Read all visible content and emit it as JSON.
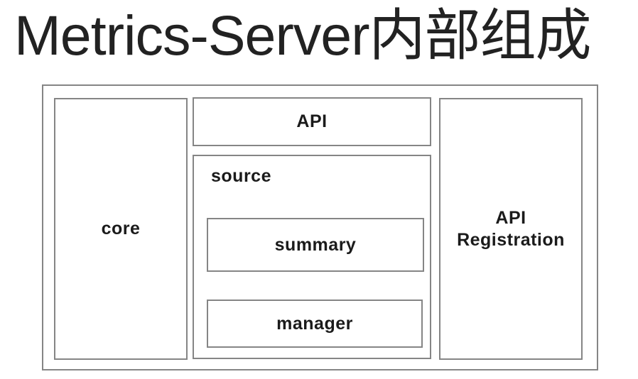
{
  "title": "Metrics-Server内部组成",
  "colors": {
    "border": "#858585",
    "text": "#1b1b1b",
    "title": "#222222",
    "background": "#ffffff"
  },
  "diagram": {
    "core_label": "core",
    "api_label": "API",
    "source_label": "source",
    "summary_label": "summary",
    "manager_label": "manager",
    "api_registration_line1": "API",
    "api_registration_line2": "Registration"
  }
}
